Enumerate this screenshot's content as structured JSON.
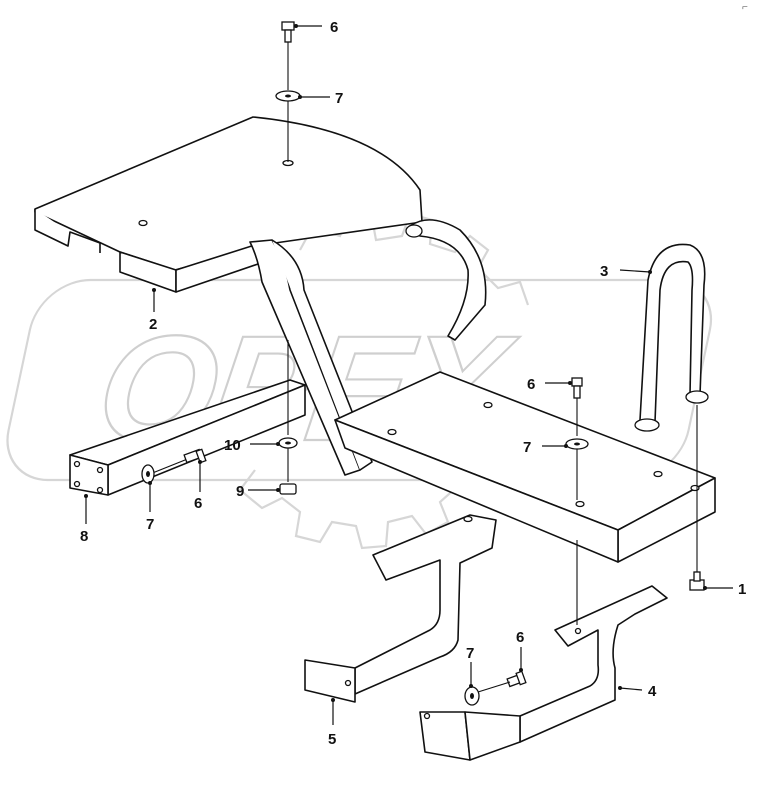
{
  "watermark": {
    "text": "OPEX"
  },
  "corner_mark": "⌐",
  "callouts": {
    "c1": "1",
    "c2": "2",
    "c3": "3",
    "c4": "4",
    "c5": "5",
    "c6_top": "6",
    "c6_mid": "6",
    "c6_left": "6",
    "c6_bottom": "6",
    "c7_top": "7",
    "c7_mid": "7",
    "c7_left": "7",
    "c7_bottom": "7",
    "c8": "8",
    "c9": "9",
    "c10": "10"
  }
}
